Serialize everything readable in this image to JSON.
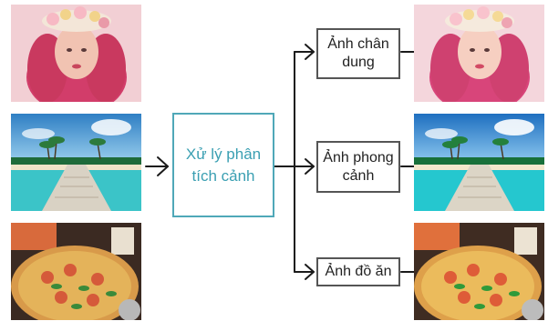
{
  "diagram": {
    "process_label": "Xử lý phân tích cảnh",
    "categories": [
      {
        "label": "Ảnh chân dung"
      },
      {
        "label": "Ảnh phong cảnh"
      },
      {
        "label": "Ảnh đồ ăn"
      }
    ],
    "input_images": [
      {
        "subject": "portrait-woman-flower-crown"
      },
      {
        "subject": "beach-pier-landscape"
      },
      {
        "subject": "pizza-food"
      }
    ],
    "output_images": [
      {
        "subject": "portrait-woman-flower-crown"
      },
      {
        "subject": "beach-pier-landscape"
      },
      {
        "subject": "pizza-food"
      }
    ],
    "colors": {
      "process_border": "#4fa8b8",
      "process_text": "#3a9fb2",
      "category_border": "#555555",
      "arrow": "#1a1a1a"
    }
  }
}
